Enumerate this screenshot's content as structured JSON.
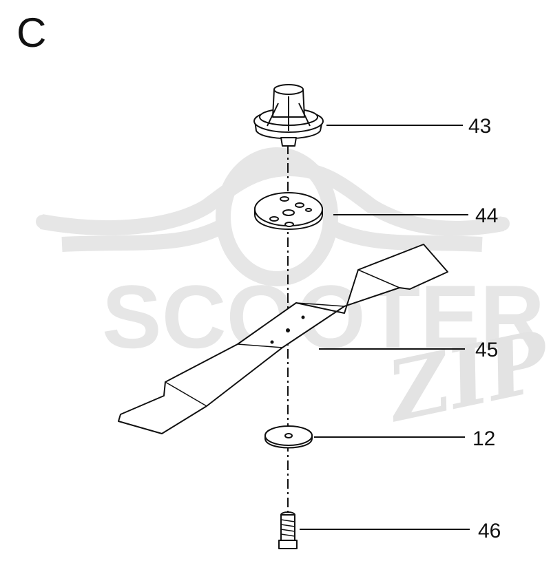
{
  "section_label": "C",
  "watermark": {
    "brand": "SCOOTER",
    "mark": "ZIP"
  },
  "callouts": [
    {
      "id": "43",
      "part": "drive-hub"
    },
    {
      "id": "44",
      "part": "blade-adapter-plate"
    },
    {
      "id": "45",
      "part": "cutting-blade"
    },
    {
      "id": "12",
      "part": "washer"
    },
    {
      "id": "46",
      "part": "bolt"
    }
  ]
}
